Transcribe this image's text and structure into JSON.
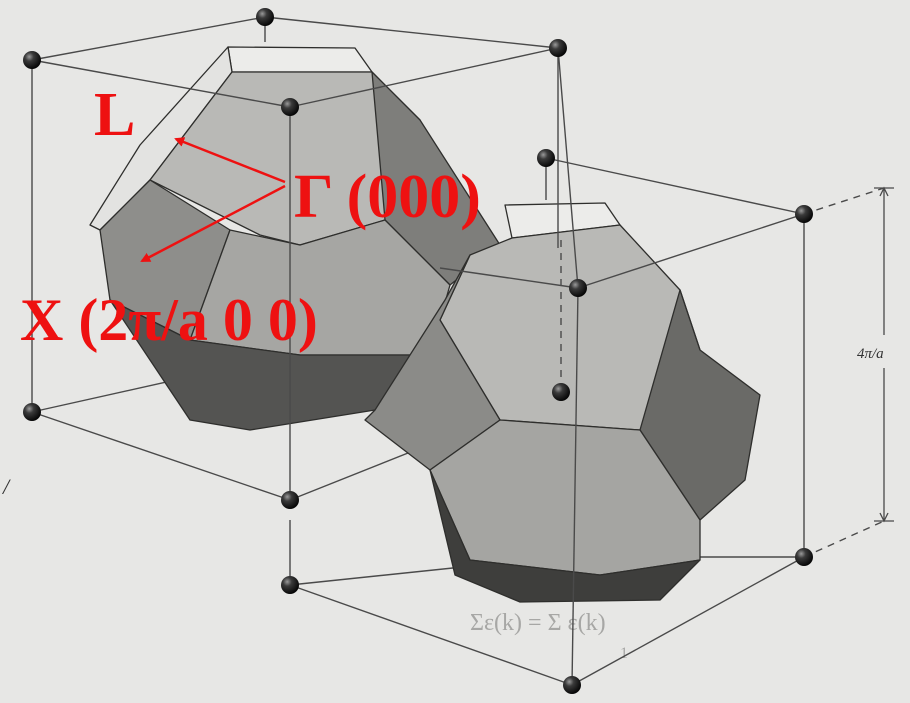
{
  "labels": {
    "L": "L",
    "gamma": "Γ (000)",
    "x_point": "X (2π/a 0 0)",
    "dimension": "4π/a",
    "stray_mark": "/"
  },
  "background_text": {
    "formula": "Σε(k) = Σ ε(k)",
    "formula_sub": "1"
  },
  "colors": {
    "page": "#e7e7e5",
    "label_red": "#ee1111",
    "lattice_line": "#4a4a4a",
    "face_light": "#b9b9b6",
    "face_mid": "#8e8e8b",
    "face_dark": "#545452",
    "face_darkest": "#3e3e3c",
    "square_face": "#ececea"
  }
}
